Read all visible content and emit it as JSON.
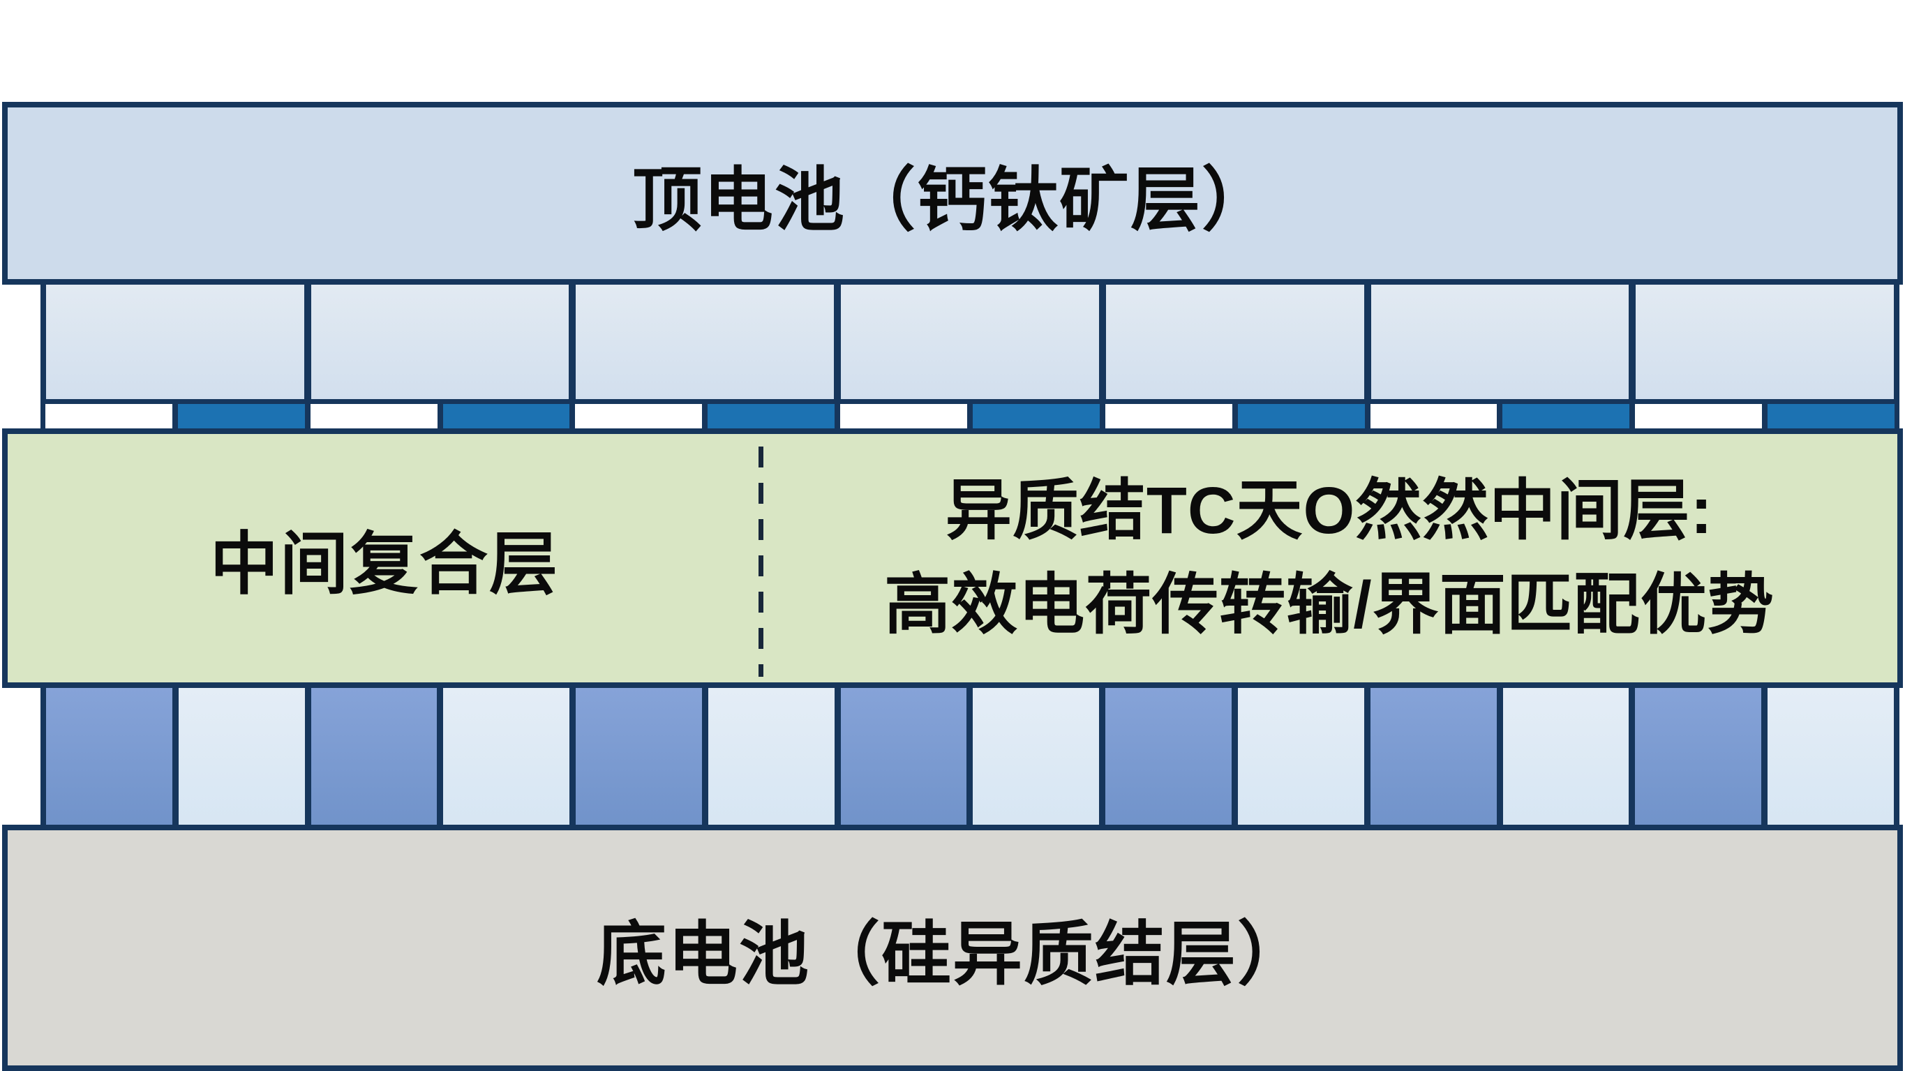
{
  "diagram": {
    "title_semantic": "perovskite-silicon tandem solar cell structure",
    "top_cell_label": "顶电池（钙钛矿层）",
    "middle_left_label": "中间复合层",
    "middle_right_line1": "异质结TC天O然然中间层:",
    "middle_right_line2": "高效电荷传转输/界面匹配优势",
    "bottom_cell_label": "底电池（硅异质结层）",
    "rows": {
      "top_contact_cells": {
        "count": 7,
        "classes": [
          "cell-light"
        ]
      },
      "recombination_segments": {
        "count": 14,
        "classes": [
          "seg-white",
          "seg-blue"
        ]
      },
      "bottom_contact_blocks": {
        "count": 14,
        "classes": [
          "blk-blue",
          "blk-light"
        ]
      }
    },
    "colors": {
      "border_navy": "#16365c",
      "top_cell_fill": "#cddbeb",
      "contact_cell_fill": "#d7e2ef",
      "segment_blue": "#1c72b2",
      "segment_white": "#ffffff",
      "middle_layer_fill": "#d9e6c4",
      "block_blue": "#7d9cd1",
      "block_light": "#ddeaf4",
      "bottom_cell_fill": "#d9d8d3",
      "dashed_line": "#18273a",
      "text": "#0b0b0b",
      "background": "#ffffff"
    }
  }
}
